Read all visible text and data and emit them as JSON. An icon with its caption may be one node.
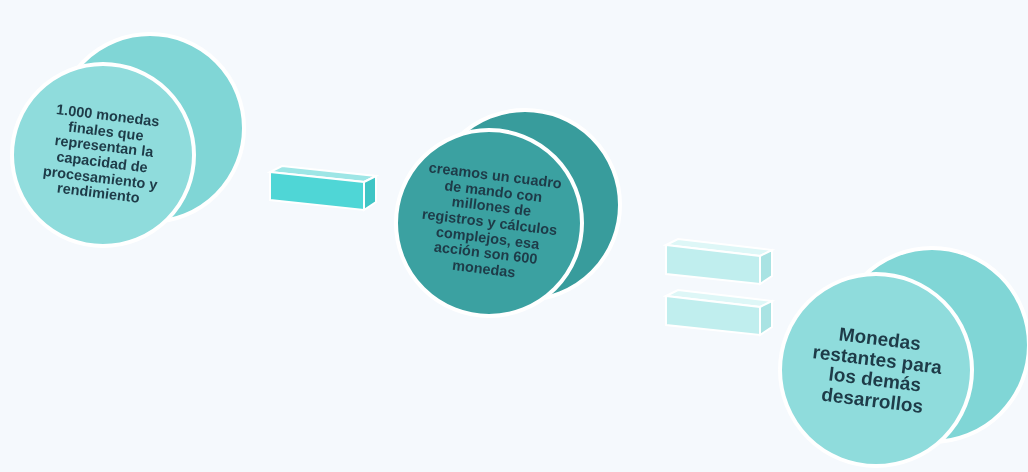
{
  "diagram": {
    "nodes": [
      {
        "text": [
          "1.000 monedas finales que representan la capacidad de procesamiento y rendimiento"
        ]
      },
      {
        "text": [
          "creamos un cuadro de mando con millones de registros y cálculos complejos, esa acción son 600 monedas"
        ]
      },
      {
        "text": [
          "Monedas restantes para los demás desarrollos"
        ]
      }
    ]
  }
}
